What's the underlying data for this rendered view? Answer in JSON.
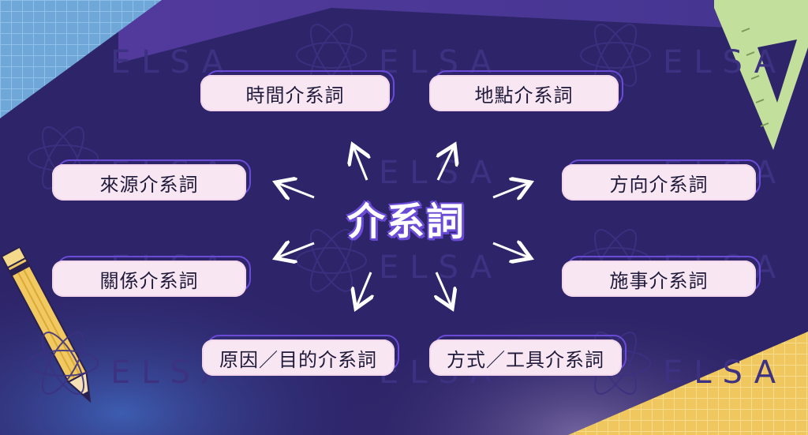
{
  "center_title": "介系詞",
  "watermark": "ELSA",
  "categories": [
    {
      "label": "時間介系詞"
    },
    {
      "label": "地點介系詞"
    },
    {
      "label": "來源介系詞"
    },
    {
      "label": "方向介系詞"
    },
    {
      "label": "關係介系詞"
    },
    {
      "label": "施事介系詞"
    },
    {
      "label": "原因／目的介系詞"
    },
    {
      "label": "方式／工具介系詞"
    }
  ],
  "colors": {
    "background": "#2e2469",
    "pill_fill": "#f8e6f2",
    "pill_outline": "#6a4bd6",
    "arrow": "#ffffff",
    "title_stroke": "#6a4bd6"
  }
}
